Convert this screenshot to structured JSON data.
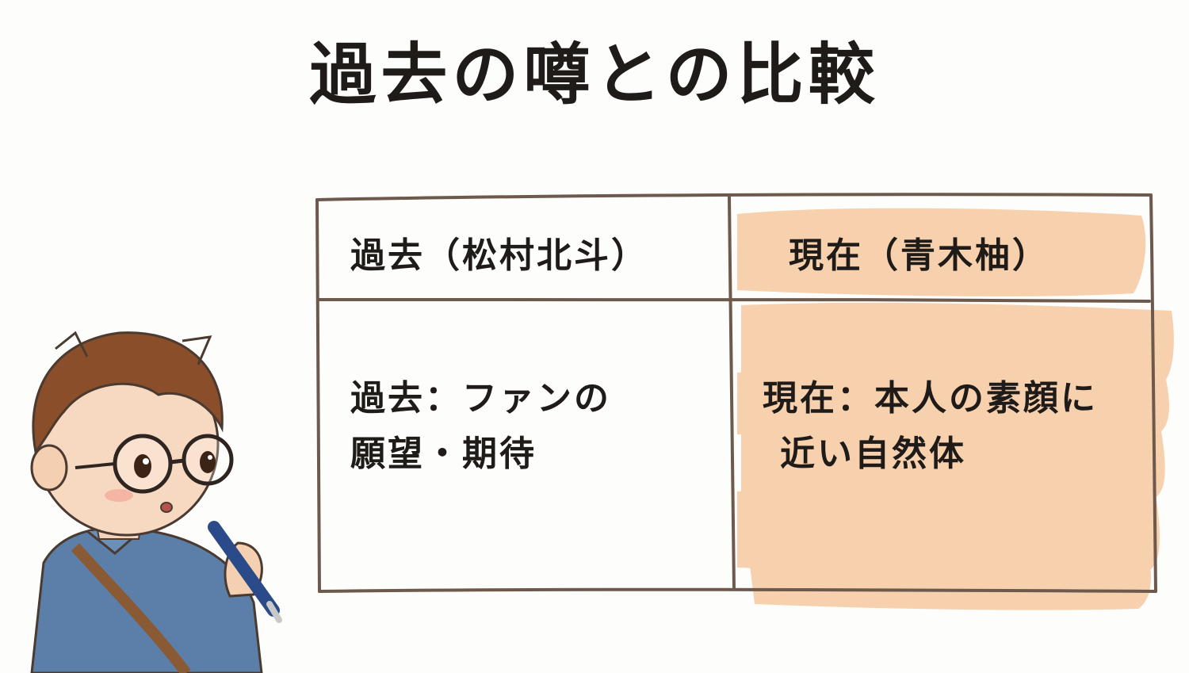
{
  "title": "過去の噂との比較",
  "table": {
    "header": {
      "past": "過去（松村北斗）",
      "present": "現在（青木柚）"
    },
    "body": {
      "past_lines": [
        "過去：ファンの",
        "願望・期待"
      ],
      "present_lines": [
        "現在：本人の素顔に",
        "近い自然体"
      ]
    }
  },
  "colors": {
    "highlight": "#f6c9a0",
    "border": "#6e5a4d",
    "text": "#1f1b18",
    "shirt": "#5b7fa8",
    "hair": "#8a4f2a"
  },
  "illustration": {
    "subject": "boy with glasses holding pen"
  }
}
